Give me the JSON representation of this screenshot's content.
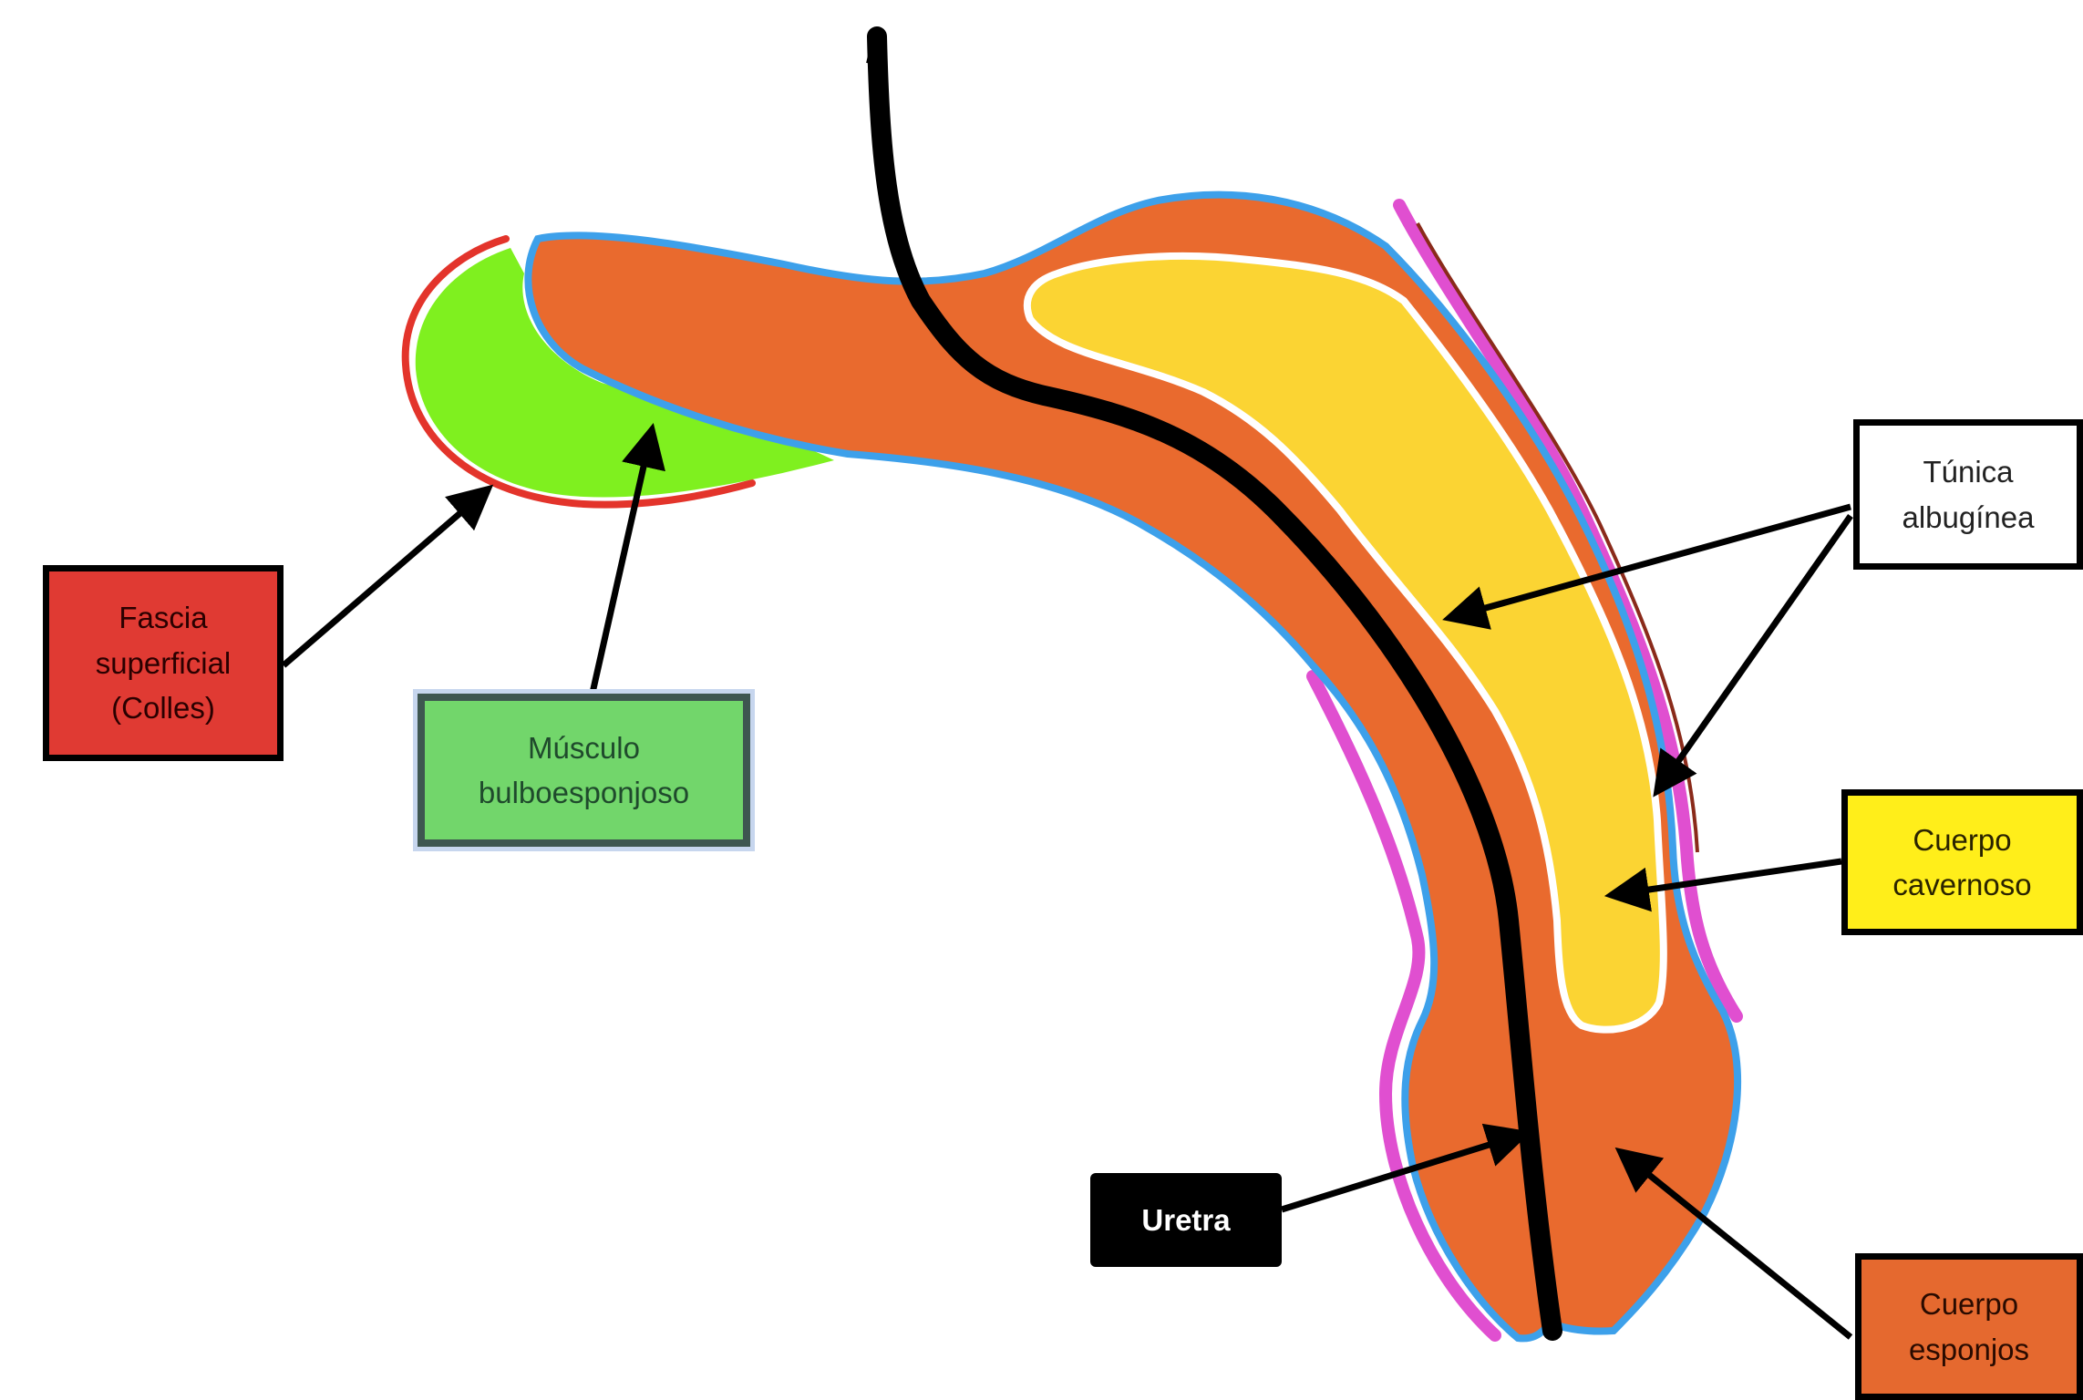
{
  "labels": {
    "fascia": {
      "text": "Fascia\nsuperficial\n(Colles)",
      "bg": "#e03a33",
      "fg": "#2a0000"
    },
    "musculo": {
      "text": "Músculo\nbulboesponjoso",
      "bg": "#72d66b",
      "fg": "#1f4a2c"
    },
    "tunica": {
      "text": "Túnica\nalbugínea",
      "bg": "#ffffff",
      "fg": "#222222"
    },
    "cuerpo_cavernoso": {
      "text": "Cuerpo\ncavernoso",
      "bg": "#ffee1a",
      "fg": "#2a2300"
    },
    "uretra": {
      "text": "Uretra",
      "bg": "#000000",
      "fg": "#ffffff"
    },
    "cuerpo_esponjoso": {
      "text": "Cuerpo\nesponjos",
      "bg": "#e5692f",
      "fg": "#2a0b00"
    }
  },
  "colors": {
    "spongiosum": "#e96a2e",
    "cavernosum": "#fbd433",
    "bulbospongiosus": "#7ff01f",
    "colles_fascia": "#e3342b",
    "tunica_albuginea": "#3da0ea",
    "skin": "#e04fd0",
    "outline": "#8a2a1a",
    "urethra": "#000000",
    "arrow": "#000000"
  }
}
